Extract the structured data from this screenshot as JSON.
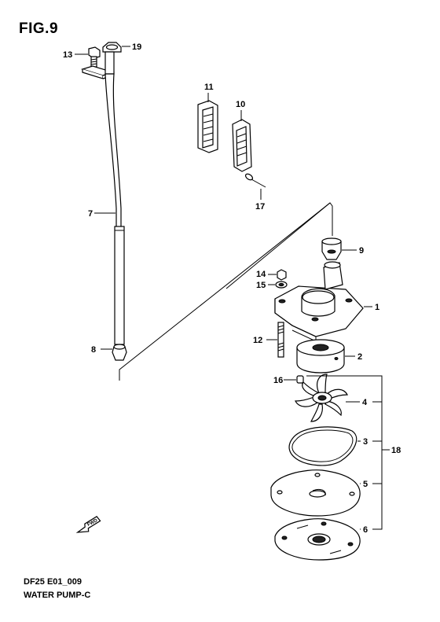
{
  "figure": {
    "title": "FIG.9",
    "model_code": "DF25 E01_009",
    "section_name": "WATER PUMP-C"
  },
  "callouts": {
    "p1": "1",
    "p2": "2",
    "p3": "3",
    "p4": "4",
    "p5": "5",
    "p6": "6",
    "p7": "7",
    "p8": "8",
    "p9": "9",
    "p10": "10",
    "p11": "11",
    "p12": "12",
    "p13": "13",
    "p14": "14",
    "p15": "15",
    "p16": "16",
    "p17": "17",
    "p18": "18",
    "p19": "19"
  },
  "fwd_marker": "FWD"
}
